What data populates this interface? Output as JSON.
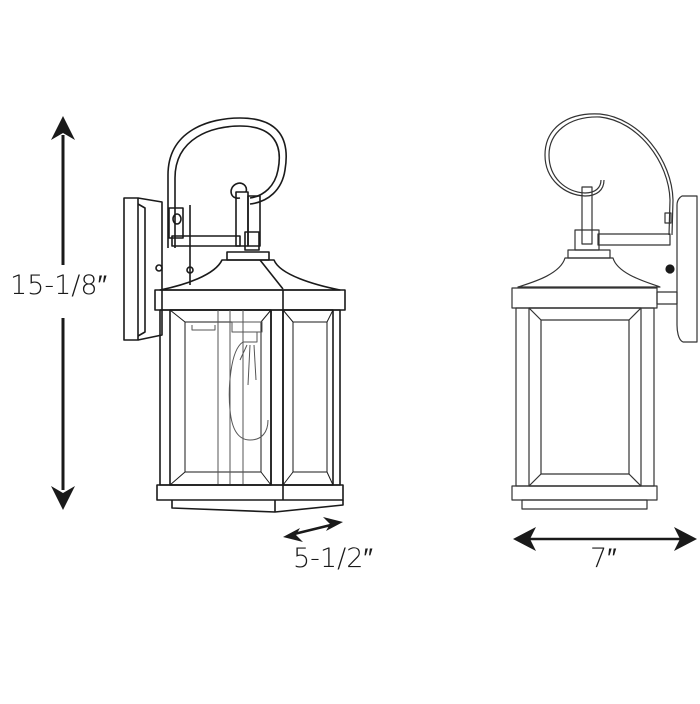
{
  "diagram": {
    "subject": "Outdoor wall lantern dimension drawing",
    "views": [
      {
        "name": "side-view",
        "description": "Side profile with wall backplate on left, scroll arm and clear glass lantern with bulb"
      },
      {
        "name": "front-view",
        "description": "Front profile with backplate on right, scroll arm and lantern"
      }
    ],
    "dimensions": {
      "height": {
        "label": "15-1/8″",
        "orientation": "vertical"
      },
      "depth": {
        "label": "5-1/2″",
        "orientation": "diagonal"
      },
      "width": {
        "label": "7″",
        "orientation": "horizontal"
      }
    },
    "colors": {
      "line": "#1a1a1a",
      "thin_line": "#555555",
      "background": "#ffffff"
    }
  }
}
